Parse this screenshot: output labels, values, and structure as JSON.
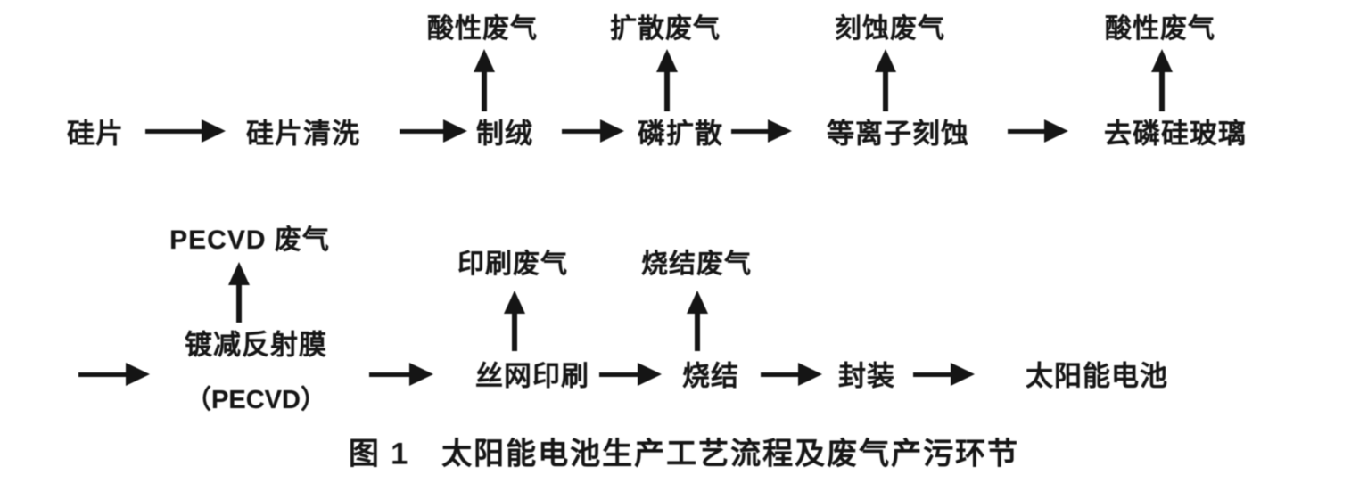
{
  "figure": {
    "caption": "图 1　太阳能电池生产工艺流程及废气产污环节"
  },
  "row1": {
    "steps": [
      "硅片",
      "硅片清洗",
      "制绒",
      "磷扩散",
      "等离子刻蚀",
      "去磷硅玻璃"
    ],
    "wastes": [
      "酸性废气",
      "扩散废气",
      "刻蚀废气",
      "酸性废气"
    ]
  },
  "row2": {
    "steps": [
      "镀减反射膜",
      "丝网印刷",
      "烧结",
      "封装",
      "太阳能电池"
    ],
    "step1_sub": "（PECVD）",
    "wastes": [
      "PECVD 废气",
      "印刷废气",
      "烧结废气"
    ]
  },
  "colors": {
    "ink": "#151515",
    "background": "#ffffff"
  }
}
